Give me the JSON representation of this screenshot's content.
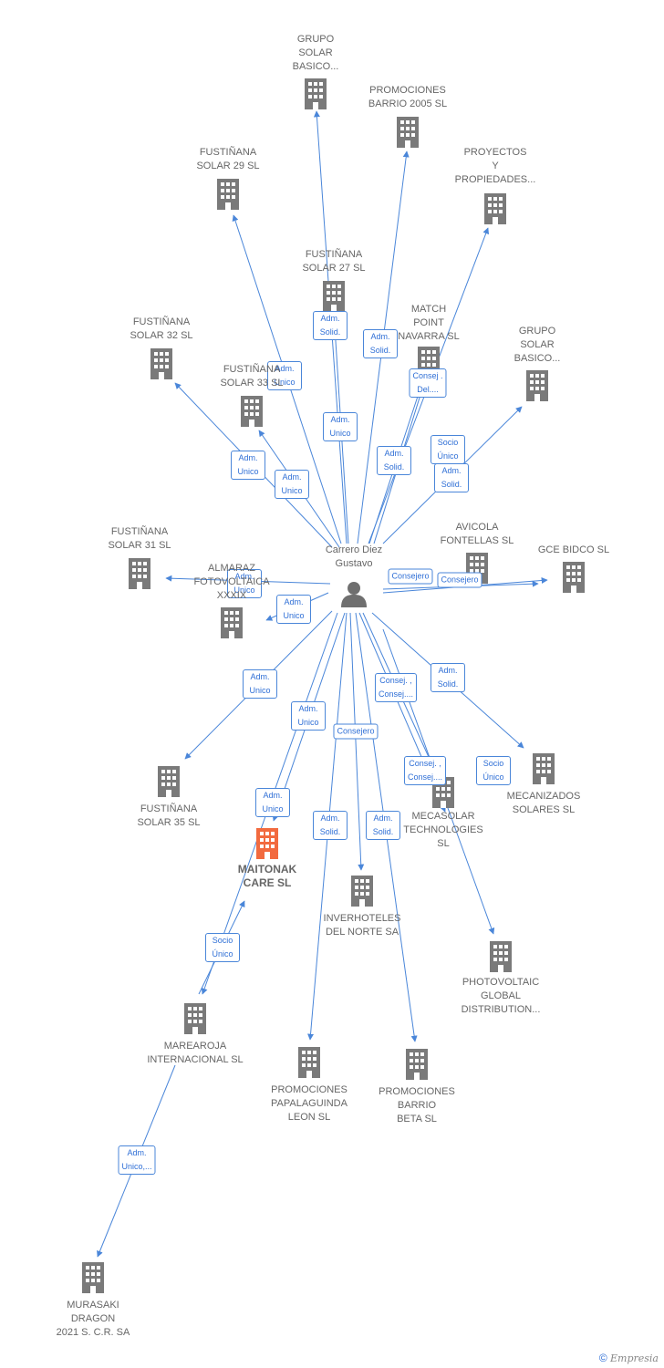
{
  "colors": {
    "edge": "#4a86d9",
    "company_icon": "#7a7a7a",
    "focus_icon": "#f26a3f",
    "person_icon": "#6f6f6f",
    "label_text": "#666666"
  },
  "person": {
    "name": "Carrero Diez\nGustavo"
  },
  "nodes": [
    {
      "id": "grupo-solar-1",
      "label": "GRUPO\nSOLAR\nBASICO...",
      "icon": "building-icon"
    },
    {
      "id": "promociones-barrio-2005",
      "label": "PROMOCIONES\nBARRIO 2005 SL",
      "icon": "building-icon"
    },
    {
      "id": "fustinana-29",
      "label": "FUSTIÑANA\nSOLAR 29 SL",
      "icon": "building-icon"
    },
    {
      "id": "proyectos-propiedades",
      "label": "PROYECTOS\nY\nPROPIEDADES...",
      "icon": "building-icon"
    },
    {
      "id": "fustinana-27",
      "label": "FUSTIÑANA\nSOLAR 27 SL",
      "icon": "building-icon"
    },
    {
      "id": "match-point",
      "label": "MATCH\nPOINT\nNAVARRA  SL",
      "icon": "building-icon"
    },
    {
      "id": "fustinana-32",
      "label": "FUSTIÑANA\nSOLAR 32 SL",
      "icon": "building-icon"
    },
    {
      "id": "fustinana-33",
      "label": "FUSTIÑANA\nSOLAR 33 SL",
      "icon": "building-icon"
    },
    {
      "id": "grupo-solar-2",
      "label": "GRUPO\nSOLAR\nBASICO...",
      "icon": "building-icon"
    },
    {
      "id": "fustinana-31",
      "label": "FUSTIÑANA\nSOLAR 31 SL",
      "icon": "building-icon"
    },
    {
      "id": "avicola",
      "label": "AVICOLA\nFONTELLAS  SL",
      "icon": "building-icon"
    },
    {
      "id": "gce-bidco",
      "label": "GCE BIDCO  SL",
      "icon": "building-icon"
    },
    {
      "id": "almaraz",
      "label": "ALMARAZ\nFOTOVOLTAICA\nXXXIX",
      "icon": "building-icon"
    },
    {
      "id": "fustinana-35",
      "label": "FUSTIÑANA\nSOLAR 35 SL",
      "icon": "building-icon"
    },
    {
      "id": "maitonak",
      "label": "MAITONAK\nCARE  SL",
      "icon": "building-icon",
      "focus": true
    },
    {
      "id": "mecasolar",
      "label": "MECASOLAR\nTECHNOLOGIES\nSL",
      "icon": "building-icon"
    },
    {
      "id": "mecanizados",
      "label": "MECANIZADOS\nSOLARES SL",
      "icon": "building-icon"
    },
    {
      "id": "inverhoteles",
      "label": "INVERHOTELES\nDEL NORTE SA",
      "icon": "building-icon"
    },
    {
      "id": "photovoltaic",
      "label": "PHOTOVOLTAIC\nGLOBAL\nDISTRIBUTION...",
      "icon": "building-icon"
    },
    {
      "id": "marearoja",
      "label": "MAREAROJA\nINTERNACIONAL SL",
      "icon": "building-icon"
    },
    {
      "id": "papalaguinda",
      "label": "PROMOCIONES\nPAPALAGUINDA\nLEON  SL",
      "icon": "building-icon"
    },
    {
      "id": "barrio-beta",
      "label": "PROMOCIONES\nBARRIO\nBETA  SL",
      "icon": "building-icon"
    },
    {
      "id": "murasaki",
      "label": "MURASAKI\nDRAGON\n2021 S. C.R. SA",
      "icon": "building-icon"
    }
  ],
  "edge_labels": [
    "Adm.\nSolid.",
    "Adm.\nSolid.",
    "Adm.\nUnico",
    "Consej .\nDel....",
    "Adm.\nUnico",
    "Socio\nÚnico",
    "Adm.\nSolid.",
    "Adm.\nUnico",
    "Adm.\nUnico",
    "Adm.\nSolid.",
    "Consejero",
    "Consejero",
    "Adm.\nUnico",
    "Adm.\nUnico",
    "Adm.\nUnico",
    "Adm.\nSolid.",
    "Consej. ,\nConsej....",
    "Adm.\nUnico",
    "Consejero",
    "Consej. ,\nConsej....",
    "Socio\nÚnico",
    "Adm.\nUnico",
    "Adm.\nSolid.",
    "Adm.\nSolid.",
    "Socio\nÚnico",
    "Adm.\nUnico,..."
  ],
  "footer": {
    "copyright": "©",
    "brand": "Empresia"
  }
}
